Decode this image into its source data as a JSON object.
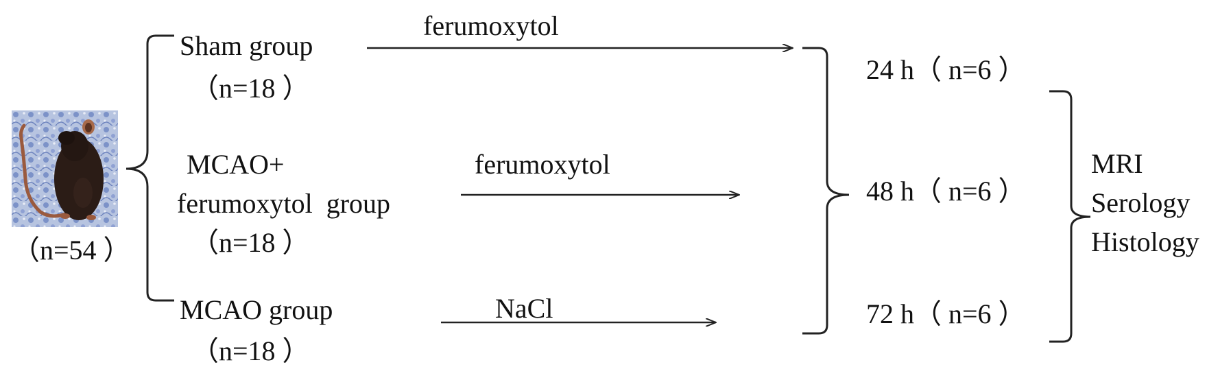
{
  "subjects": {
    "count_label": "（n=54 ）"
  },
  "groups": [
    {
      "name": "Sham group",
      "count_label": "（n=18 ）",
      "treatment": "ferumoxytol"
    },
    {
      "name_line1": "MCAO+",
      "name_line2": "ferumoxytol  group",
      "count_label": "（n=18 ）",
      "treatment": "ferumoxytol"
    },
    {
      "name": "MCAO group",
      "count_label": "（n=18 ）",
      "treatment": "NaCl"
    }
  ],
  "timepoints": [
    {
      "label": "24 h（ n=6 ）"
    },
    {
      "label": "48 h（ n=6 ）"
    },
    {
      "label": "72 h（ n=6 ）"
    }
  ],
  "outcomes": [
    "MRI",
    "Serology",
    "Histology"
  ],
  "colors": {
    "text": "#111111",
    "lines": "#222222",
    "photo_background": "#a9b8d8",
    "mouse": "#2b1c16"
  }
}
